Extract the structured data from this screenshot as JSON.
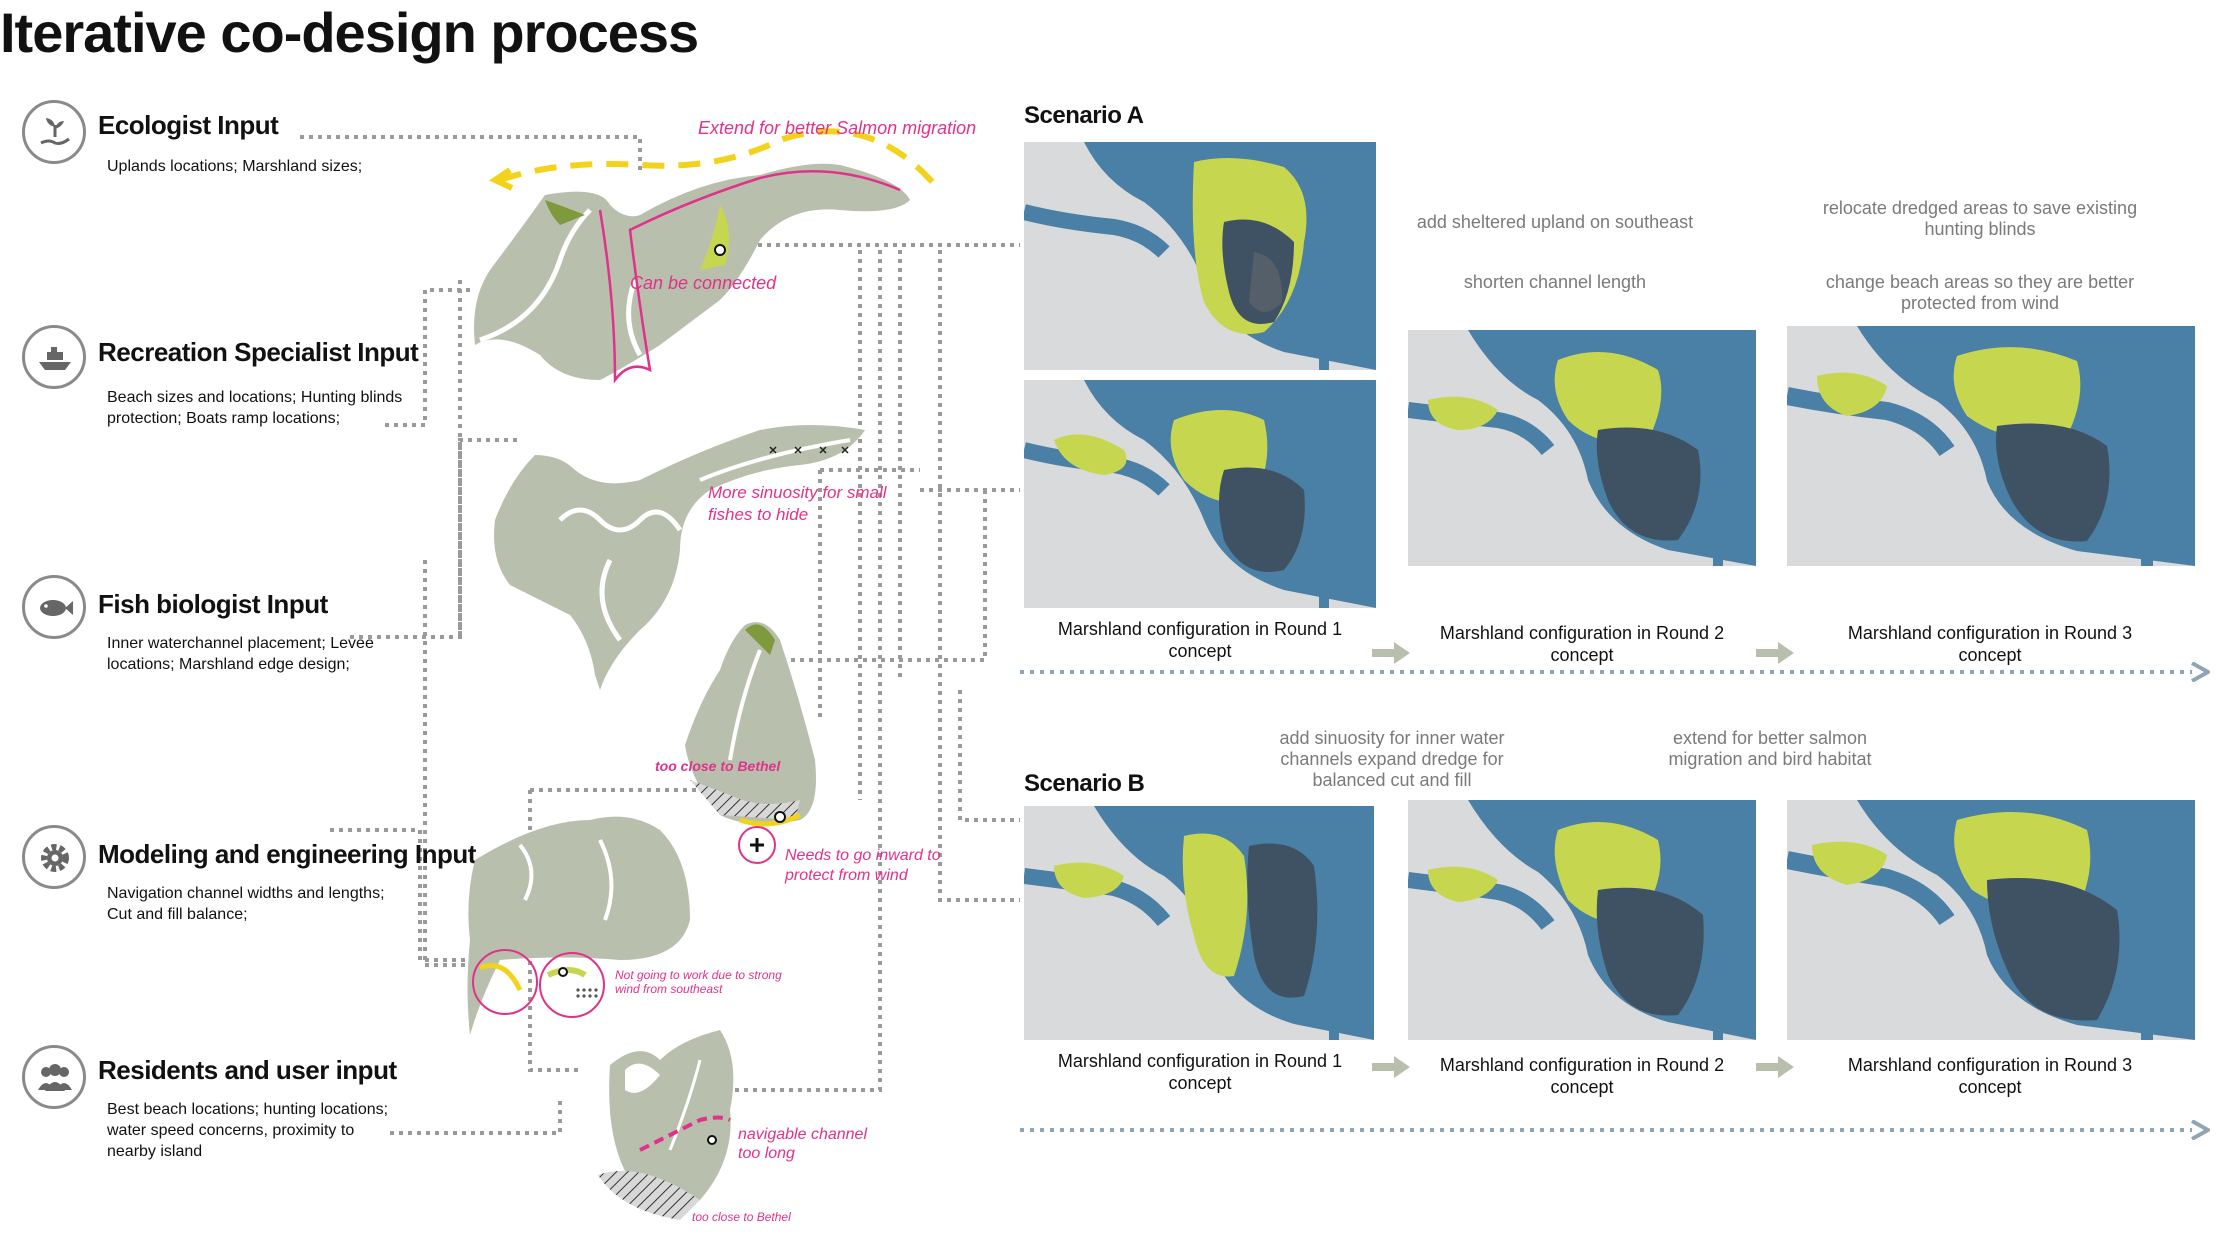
{
  "title": "Iterative co-design process",
  "inputs": [
    {
      "title": "Ecologist Input",
      "desc": "Uplands locations; Marshland sizes;",
      "icon": "plant-hand-icon"
    },
    {
      "title": "Recreation Specialist Input",
      "desc": "Beach sizes and locations; Hunting blinds protection; Boats ramp locations;",
      "icon": "boat-icon"
    },
    {
      "title": "Fish biologist Input",
      "desc": "Inner waterchannel placement; Levee locations; Marshland edge design;",
      "icon": "fish-icon"
    },
    {
      "title": "Modeling and engineering Input",
      "desc": "Navigation channel widths and lengths; Cut and fill balance;",
      "icon": "gear-icon"
    },
    {
      "title": "Residents and user input",
      "desc": "Best beach locations; hunting locations; water speed concerns, proximity to nearby island",
      "icon": "people-icon"
    }
  ],
  "sketch_notes": {
    "salmon": "Extend for better Salmon migration",
    "connected": "Can be connected",
    "sinuosity": "More sinuosity for small fishes to hide",
    "bethel1": "too close to Bethel",
    "inward": "Needs to go inward to protect from wind",
    "wind": "Not going to work due to strong wind from southeast",
    "navigable": "navigable channel too long",
    "bethel2": "too close to Bethel"
  },
  "scenario_a": {
    "title": "Scenario A",
    "captions": [
      "Marshland configuration in Round 1 concept",
      "Marshland configuration in Round 2 concept",
      "Marshland configuration in Round 3 concept"
    ],
    "notes": {
      "round2_a": "add sheltered upland on southeast",
      "round2_b": "shorten channel length",
      "round3_a": "relocate dredged areas to save existing hunting blinds",
      "round3_b": "change beach areas so they are better protected from wind"
    }
  },
  "scenario_b": {
    "title": "Scenario B",
    "captions": [
      "Marshland configuration in Round 1 concept",
      "Marshland configuration in Round 2 concept",
      "Marshland configuration in Round 3 concept"
    ],
    "notes": {
      "round2": "add sinuosity for inner water channels expand dredge for balanced cut and fill",
      "round3": "extend for better salmon migration and bird habitat"
    }
  },
  "colors": {
    "water": "#4a7fa6",
    "land": "#d9dadb",
    "marsh": "#c7d64f",
    "dredge": "#3e5264",
    "sketch": "#b9bfad",
    "accent_pink": "#e0328a",
    "accent_yellow": "#f2d21b",
    "connector": "#9a9a9a"
  }
}
